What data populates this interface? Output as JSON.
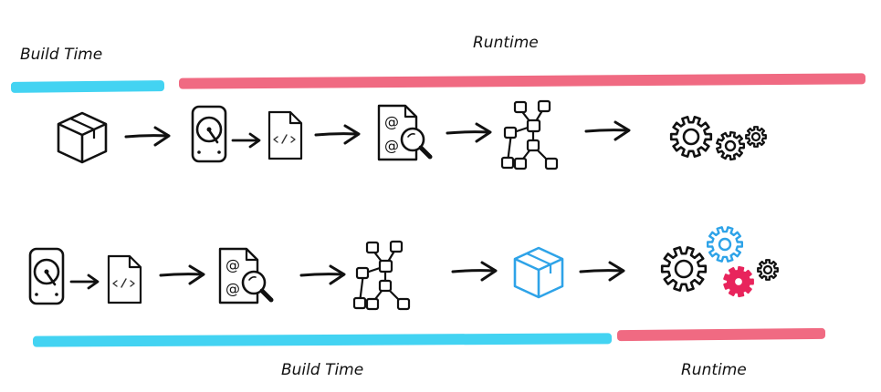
{
  "top": {
    "build_label": "Build Time",
    "runtime_label": "Runtime"
  },
  "bottom": {
    "build_label": "Build Time",
    "runtime_label": "Runtime"
  },
  "colors": {
    "build": "#43d3f2",
    "runtime": "#f06a82",
    "ink": "#111111",
    "blue_accent": "#2ea3e8",
    "pink_accent": "#e8245c"
  },
  "icons": {
    "top_row": [
      "package-icon",
      "arrow-right-icon",
      "hard-drive-icon",
      "arrow-right-icon",
      "code-file-icon",
      "arrow-right-icon",
      "file-inspect-icon",
      "arrow-right-icon",
      "tree-graph-icon",
      "arrow-right-icon",
      "gears-icon"
    ],
    "bottom_row": [
      "hard-drive-icon",
      "arrow-right-icon",
      "code-file-icon",
      "arrow-right-icon",
      "file-inspect-icon",
      "arrow-right-icon",
      "tree-graph-icon",
      "arrow-right-icon",
      "package-icon",
      "arrow-right-icon",
      "gears-icon"
    ]
  }
}
